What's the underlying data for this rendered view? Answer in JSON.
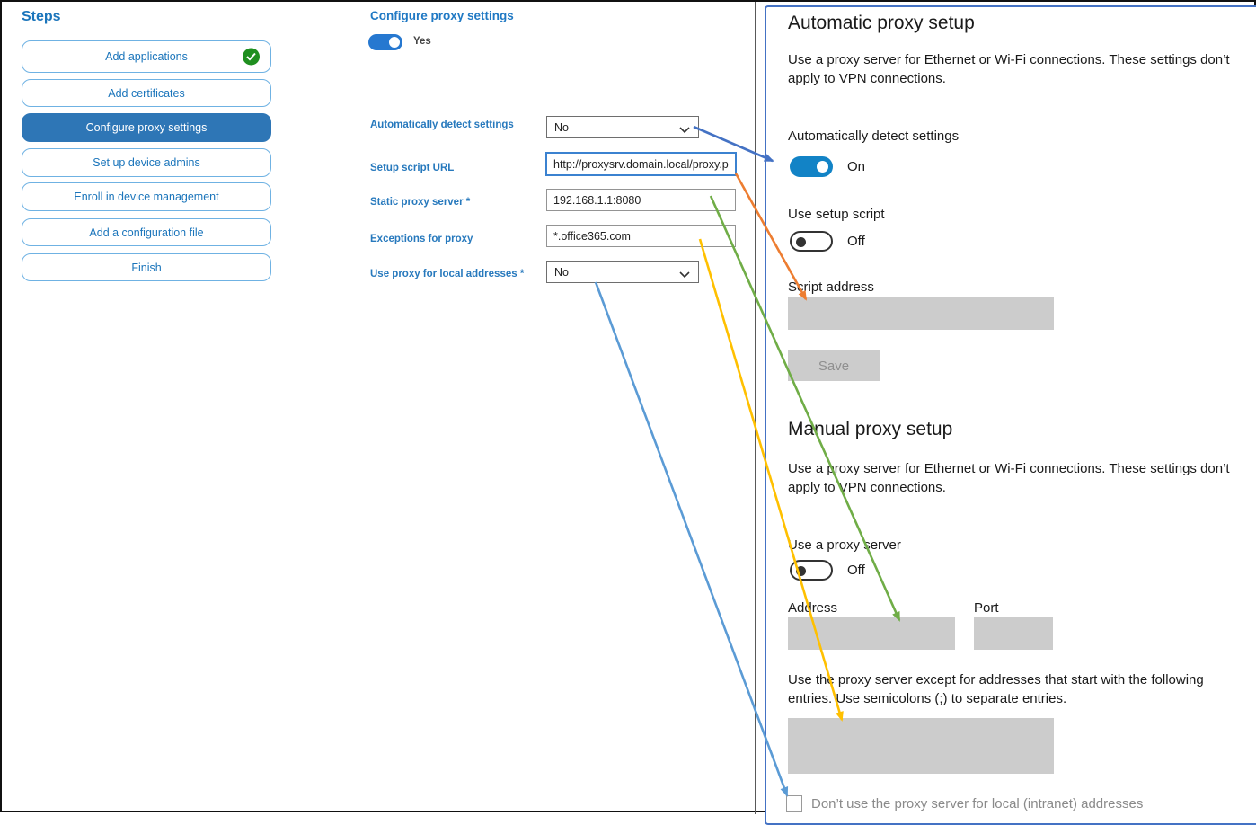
{
  "steps_panel": {
    "title": "Steps",
    "items": [
      {
        "label": "Add applications",
        "completed": true,
        "active": false
      },
      {
        "label": "Add certificates",
        "completed": false,
        "active": false
      },
      {
        "label": "Configure proxy settings",
        "completed": false,
        "active": true
      },
      {
        "label": "Set up device admins",
        "completed": false,
        "active": false
      },
      {
        "label": "Enroll in device management",
        "completed": false,
        "active": false
      },
      {
        "label": "Add a configuration file",
        "completed": false,
        "active": false
      },
      {
        "label": "Finish",
        "completed": false,
        "active": false
      }
    ]
  },
  "form": {
    "title": "Configure proxy settings",
    "enabled_toggle_label": "Yes",
    "fields": [
      {
        "label": "Automatically detect settings",
        "type": "select",
        "value": "No"
      },
      {
        "label": "Setup script URL",
        "type": "text",
        "value": "http://proxysrv.domain.local/proxy.pa",
        "focused": true
      },
      {
        "label": "Static proxy server *",
        "type": "text",
        "value": "192.168.1.1:8080"
      },
      {
        "label": "Exceptions for proxy",
        "type": "text",
        "value": "*.office365.com"
      },
      {
        "label": "Use proxy for local addresses *",
        "type": "select",
        "value": "No"
      }
    ]
  },
  "settings_panel": {
    "automatic": {
      "title": "Automatic proxy setup",
      "description": "Use a proxy server for Ethernet or Wi-Fi connections. These settings don’t apply to VPN connections.",
      "detect_label": "Automatically detect settings",
      "detect_state": "On",
      "setup_script_label": "Use setup script",
      "setup_script_state": "Off",
      "script_address_label": "Script address",
      "save_button": "Save"
    },
    "manual": {
      "title": "Manual proxy setup",
      "description": "Use a proxy server for Ethernet or Wi-Fi connections. These settings don’t apply to VPN connections.",
      "proxy_server_label": "Use a proxy server",
      "proxy_server_state": "Off",
      "address_label": "Address",
      "port_label": "Port",
      "exceptions_description": "Use the proxy server except for addresses that start with the following entries. Use semicolons (;) to separate entries.",
      "local_checkbox_label": "Don’t use the proxy server for local (intranet) addresses"
    }
  },
  "colors": {
    "sidebar_active_blue": "#2e76b6",
    "sidebar_border_blue": "#6fb2e3",
    "label_blue": "#2779bd",
    "toggle_blue": "#1283c6",
    "success_green": "#1f8f1f",
    "panel_border_blue": "#4472c4",
    "disabled_gray": "#cccccc",
    "arrow_dark_blue": "#4472c4",
    "arrow_orange": "#ed7d31",
    "arrow_green": "#70ad47",
    "arrow_yellow": "#ffc000",
    "arrow_light_blue": "#5b9bd5"
  }
}
